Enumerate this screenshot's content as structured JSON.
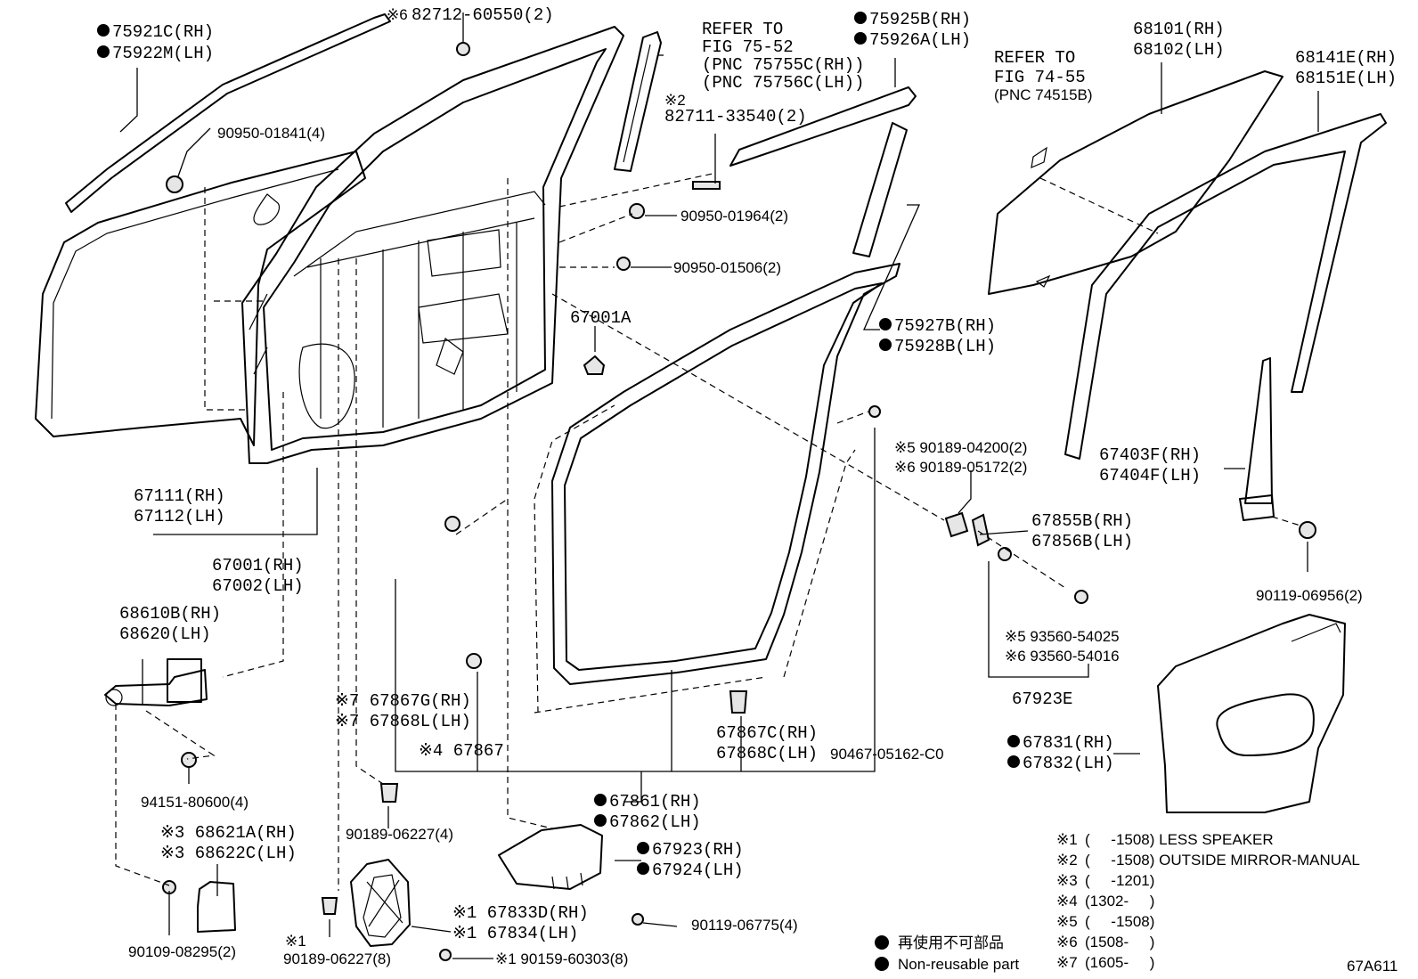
{
  "diagram_id": "67A611",
  "labels": {
    "l75921c": "75921C(RH)",
    "l75922m": "75922M(LH)",
    "l82712": "82712-60550(2)",
    "l82712_note": "※6",
    "refer1_a": "REFER TO",
    "refer1_b": "FIG 75-52",
    "refer1_c": "(PNC 75755C(RH))",
    "refer1_d": "(PNC 75756C(LH))",
    "l82711_note": "※2",
    "l82711": "82711-33540(2)",
    "l75925b": "75925B(RH)",
    "l75926a": "75926A(LH)",
    "refer2_a": "REFER TO",
    "refer2_b": "FIG 74-55",
    "refer2_c": "(PNC 74515B)",
    "l68101": "68101(RH)",
    "l68102": "68102(LH)",
    "l68141e": "68141E(RH)",
    "l68151e": "68151E(LH)",
    "l90950_01841": "90950-01841(4)",
    "l90950_01964": "90950-01964(2)",
    "l90950_01506": "90950-01506(2)",
    "l67001a": "67001A",
    "l75927b": "75927B(RH)",
    "l75928b": "75928B(LH)",
    "l90189_04200": "※5 90189-04200(2)",
    "l90189_05172": "※6 90189-05172(2)",
    "l67403f": "67403F(RH)",
    "l67404f": "67404F(LH)",
    "l67855b": "67855B(RH)",
    "l67856b": "67856B(LH)",
    "l67111": "67111(RH)",
    "l67112": "67112(LH)",
    "l67001": "67001(RH)",
    "l67002": "67002(LH)",
    "l90119_06956": "90119-06956(2)",
    "l93560_54025": "※5 93560-54025",
    "l93560_54016": "※6 93560-54016",
    "l67923e": "67923E",
    "l68610b": "68610B(RH)",
    "l68620": "68620(LH)",
    "l67867g": "※7 67867G(RH)",
    "l67868l": "※7 67868L(LH)",
    "l67867": "※4 67867",
    "l67867c": "67867C(RH)",
    "l67868c": "67868C(LH)",
    "l90467": "90467-05162-C0",
    "l67831": "67831(RH)",
    "l67832": "67832(LH)",
    "l94151": "94151-80600(4)",
    "l67861": "67861(RH)",
    "l67862": "67862(LH)",
    "l90189_06227a": "90189-06227(4)",
    "l68621a": "※3 68621A(RH)",
    "l68622c": "※3 68622C(LH)",
    "l67923": "67923(RH)",
    "l67924": "67924(LH)",
    "l90119_06775": "90119-06775(4)",
    "l67833d": "※1 67833D(RH)",
    "l67834": "※1 67834(LH)",
    "l90109": "90109-08295(2)",
    "l90189_06227b_note": "※1",
    "l90189_06227b": "90189-06227(8)",
    "l90159": "※1 90159-60303(8)"
  },
  "notes": [
    {
      "key": "※1",
      "text": "(     -1508) LESS SPEAKER"
    },
    {
      "key": "※2",
      "text": "(     -1508) OUTSIDE MIRROR-MANUAL"
    },
    {
      "key": "※3",
      "text": "(     -1201)"
    },
    {
      "key": "※4",
      "text": "(1302-     )"
    },
    {
      "key": "※5",
      "text": "(     -1508)"
    },
    {
      "key": "※6",
      "text": "(1508-     )"
    },
    {
      "key": "※7",
      "text": "(1605-     )"
    }
  ],
  "legend": {
    "jp": "再使用不可部品",
    "en": "Non-reusable part"
  }
}
